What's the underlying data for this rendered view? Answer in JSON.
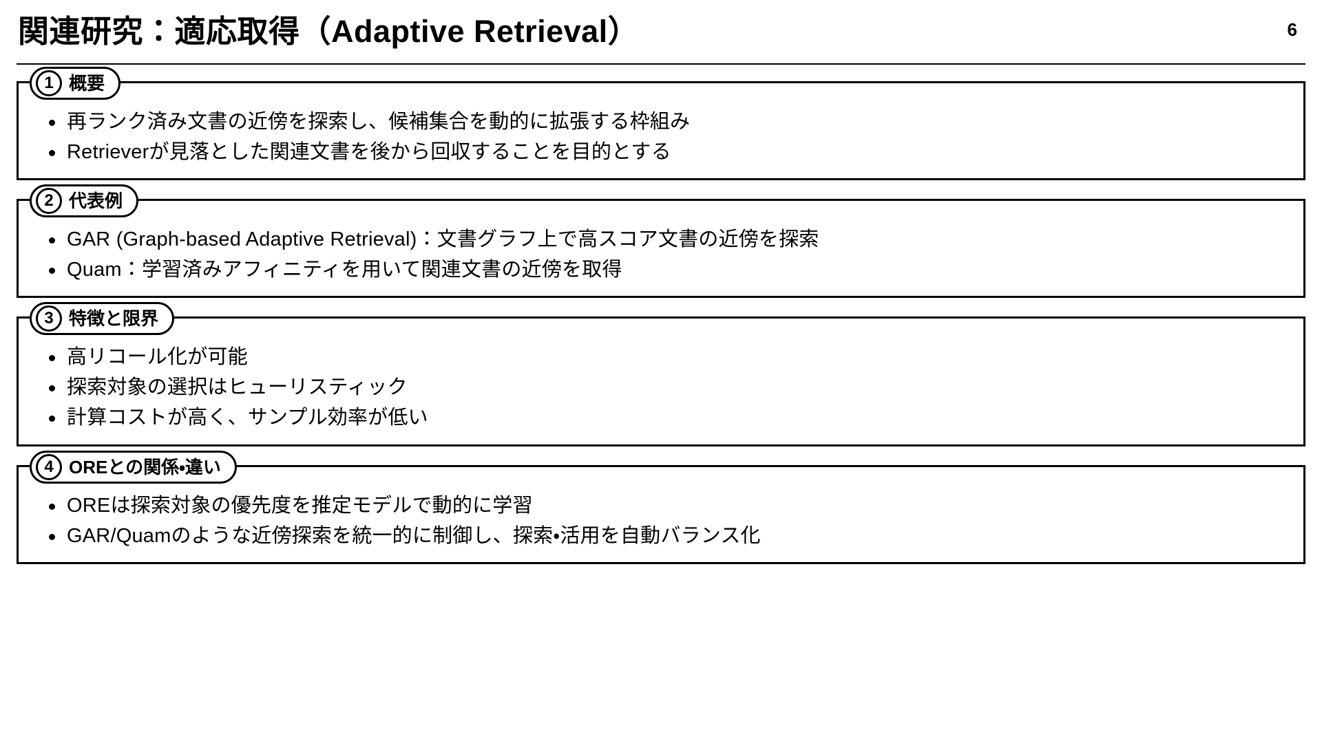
{
  "slide": {
    "title": "関連研究：適応取得（Adaptive Retrieval）",
    "page_number": "6",
    "background_color": "#ffffff",
    "text_color": "#000000",
    "border_color": "#000000"
  },
  "sections": [
    {
      "number": "1",
      "label": "概要",
      "bullets": [
        "再ランク済み文書の近傍を探索し、候補集合を動的に拡張する枠組み",
        "Retrieverが見落とした関連文書を後から回収することを目的とする"
      ]
    },
    {
      "number": "2",
      "label": "代表例",
      "bullets": [
        "GAR (Graph-based Adaptive Retrieval)：文書グラフ上で高スコア文書の近傍を探索",
        "Quam：学習済みアフィニティを用いて関連文書の近傍を取得"
      ]
    },
    {
      "number": "3",
      "label": "特徴と限界",
      "bullets": [
        "高リコール化が可能",
        "探索対象の選択はヒューリスティック",
        "計算コストが高く、サンプル効率が低い"
      ]
    },
    {
      "number": "4",
      "label": "OREとの関係・違い",
      "bullets": [
        "OREは探索対象の優先度を推定モデルで動的に学習",
        "GAR/Quamのような近傍探索を統一的に制御し、探索・活用を自動バランス化"
      ]
    }
  ]
}
